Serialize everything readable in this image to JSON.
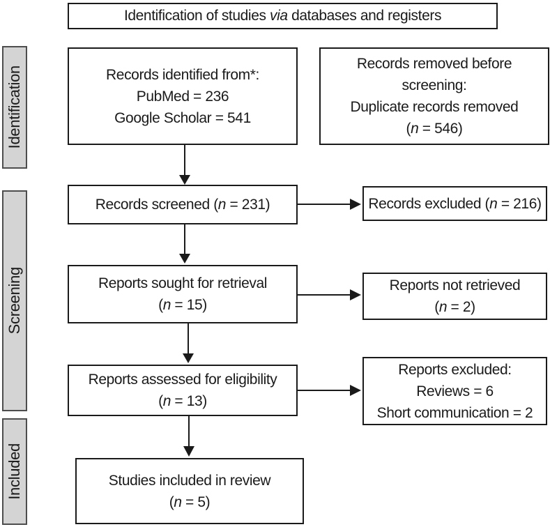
{
  "colors": {
    "background": "#ffffff",
    "box_fill": "#ffffff",
    "box_border": "#1a1a1a",
    "sidebar_fill": "#d4d4d4",
    "sidebar_border": "#4d4d4d",
    "text": "#1a1a1a"
  },
  "header": {
    "title_pre": "Identification of studies ",
    "title_italic": "via",
    "title_post": " databases and registers"
  },
  "sidebar": {
    "identification": "Identification",
    "screening": "Screening",
    "included": "Included"
  },
  "flow": {
    "identified": {
      "line1": "Records identified from*:",
      "line2": "PubMed = 236",
      "line3": "Google Scholar = 541"
    },
    "removed": {
      "line1": "Records removed before",
      "line2": "screening:",
      "line3": "Duplicate records removed",
      "n_open": "(",
      "n": "n",
      "n_rest": " = 546)"
    },
    "screened": {
      "label": "Records screened (",
      "n": "n",
      "rest": " = 231)"
    },
    "records_excluded": {
      "label": "Records excluded (",
      "n": "n",
      "rest": " = 216)"
    },
    "sought": {
      "line1": "Reports sought for retrieval",
      "n_open": "(",
      "n": "n",
      "n_rest": " = 15)"
    },
    "not_retrieved": {
      "line1": "Reports not retrieved",
      "n_open": "(",
      "n": "n",
      "n_rest": " = 2)"
    },
    "assessed": {
      "line1": "Reports assessed for eligibility",
      "n_open": "(",
      "n": "n",
      "n_rest": " = 13)"
    },
    "reports_excluded": {
      "line1": "Reports excluded:",
      "line2": "Reviews = 6",
      "line3": "Short communication = 2"
    },
    "included_box": {
      "line1": "Studies included in review",
      "n_open": "(",
      "n": "n",
      "n_rest": " = 5)"
    }
  }
}
